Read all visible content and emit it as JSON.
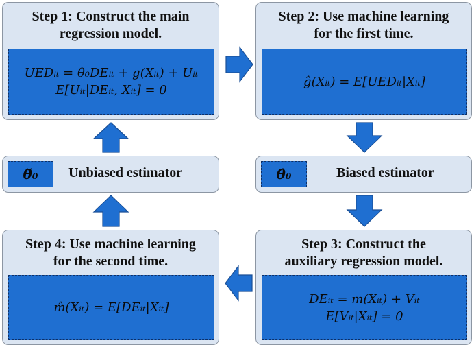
{
  "step1": {
    "title": "Step 1: Construct the main\nregression model.",
    "eq1": "UEDᵢₜ = θ₀DEᵢₜ + g(Xᵢₜ) + Uᵢₜ",
    "eq2": "E[Uᵢₜ|DEᵢₜ, Xᵢₜ] = 0"
  },
  "step2": {
    "title": "Step 2: Use machine learning\nfor the first time.",
    "eq1": "ĝ(Xᵢₜ) = E[UEDᵢₜ|Xᵢₜ]"
  },
  "step3": {
    "title": "Step 3: Construct the\nauxiliary regression model.",
    "eq1": "DEᵢₜ = m(Xᵢₜ) + Vᵢₜ",
    "eq2": "E[Vᵢₜ|Xᵢₜ] = 0"
  },
  "step4": {
    "title": "Step 4: Use machine learning\nfor the second time.",
    "eq1": "m̂(Xᵢₜ) = E[DEᵢₜ|Xᵢₜ]"
  },
  "unbiased": {
    "symbol": "θ̆₀",
    "label": "Unbiased estimator"
  },
  "biased": {
    "symbol": "θ̂₀",
    "label": "Biased estimator"
  },
  "colors": {
    "panel": "#dbe5f2",
    "eq_fill": "#1f6fd1",
    "arrow": "#1f6fd1"
  }
}
